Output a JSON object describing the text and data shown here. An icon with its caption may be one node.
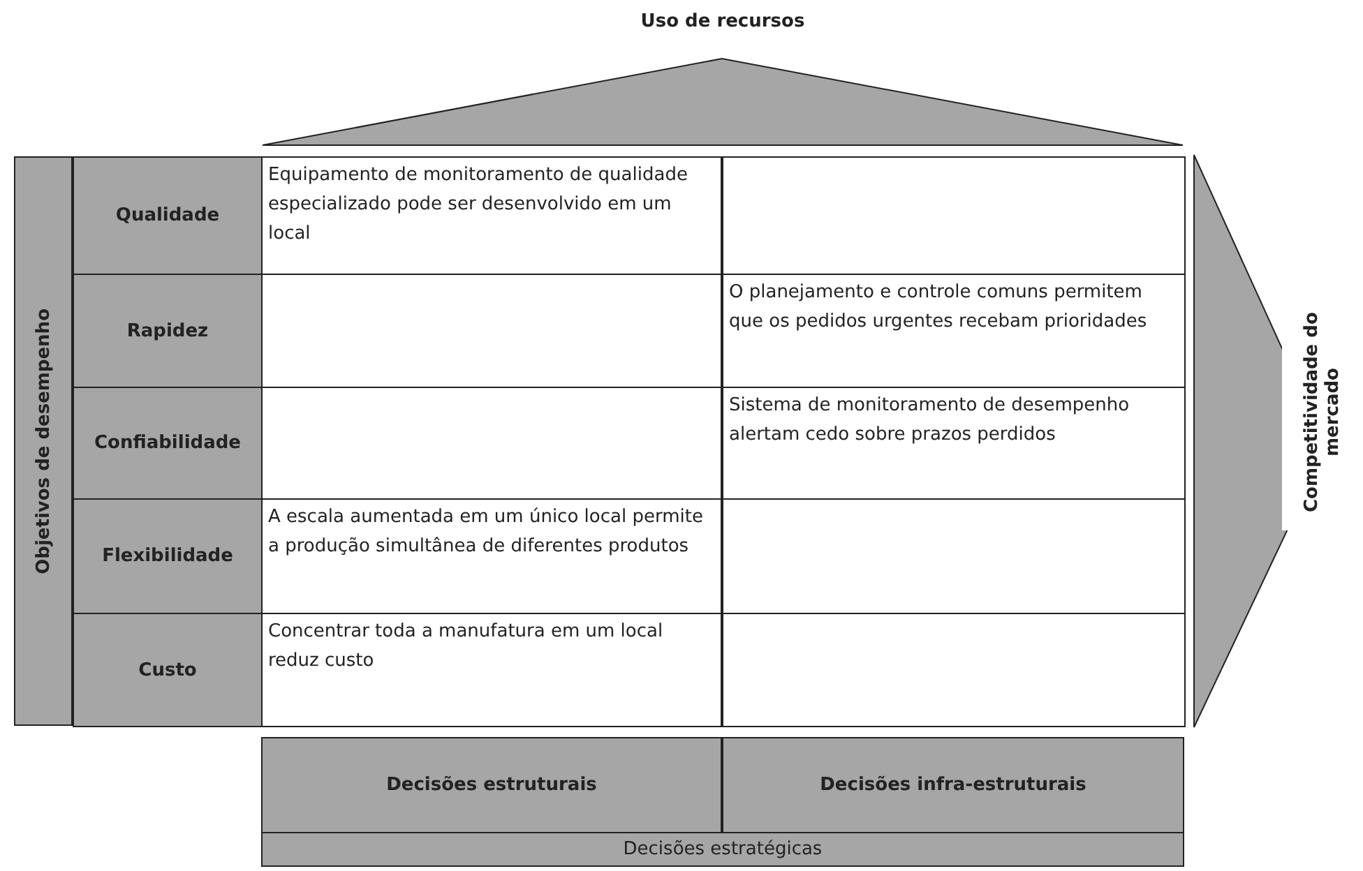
{
  "diagram": {
    "nodes": [
      {
        "text": [
          "Uso de recursos"
        ]
      },
      {
        "text": [
          "Objetivos de desempenho"
        ]
      },
      {
        "text": [
          "Qualidade"
        ]
      },
      {
        "text": [
          "Rapidez"
        ]
      },
      {
        "text": [
          "Confiabilidade"
        ]
      },
      {
        "text": [
          "Flexibilidade"
        ]
      },
      {
        "text": [
          "Custo"
        ]
      },
      {
        "text": [],
        "shape": "arrow",
        "beside": [
          "Competitividade do mercado"
        ]
      },
      {
        "text": [
          "Decisões estruturais"
        ]
      },
      {
        "text": [
          "Decisões infra-estruturais"
        ]
      },
      {
        "text": [
          "Decisões estratégicas"
        ]
      }
    ],
    "edges": [],
    "labels": [
      "Equipamento de monitoramento de qualidade especializado pode ser desenvolvido em um local",
      "O planejamento e controle comuns permitem que os pedidos urgentes recebam prioridades",
      "Sistema de monitoramento de desempenho alertam cedo sobre prazos perdidos",
      "A escala aumentada em um único local permite a produção simultânea de diferentes produtos",
      "Concentrar toda a manufatura em um local reduz custo"
    ]
  }
}
